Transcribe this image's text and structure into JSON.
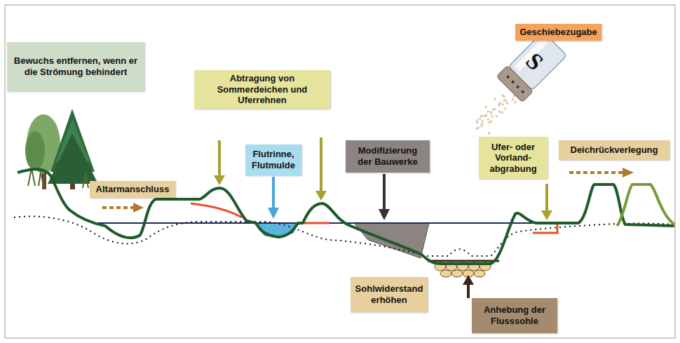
{
  "diagram": {
    "nodes": [
      {
        "text": [
          "Geschiebezugabe"
        ]
      },
      {
        "text": [
          "Bewuchs entfernen, wenn er die Strömung behindert"
        ]
      },
      {
        "text": [
          "Abtragung von Sommerdeichen und Uferrehnen"
        ]
      },
      {
        "text": [
          "Ufer- oder Vorland- abgrabung"
        ]
      },
      {
        "text": [
          "Deichrückverlegung"
        ]
      },
      {
        "text": [
          "Modifizierung der Bauwerke"
        ]
      },
      {
        "text": [
          "Flutrinne, Flutmulde"
        ]
      },
      {
        "text": [
          "Altarmanschluss"
        ]
      },
      {
        "text": [
          "Sohlwiderstand erhöhen"
        ]
      },
      {
        "text": [
          "Anhebung der Flusssohle"
        ]
      }
    ],
    "labels": [
      "S"
    ]
  }
}
